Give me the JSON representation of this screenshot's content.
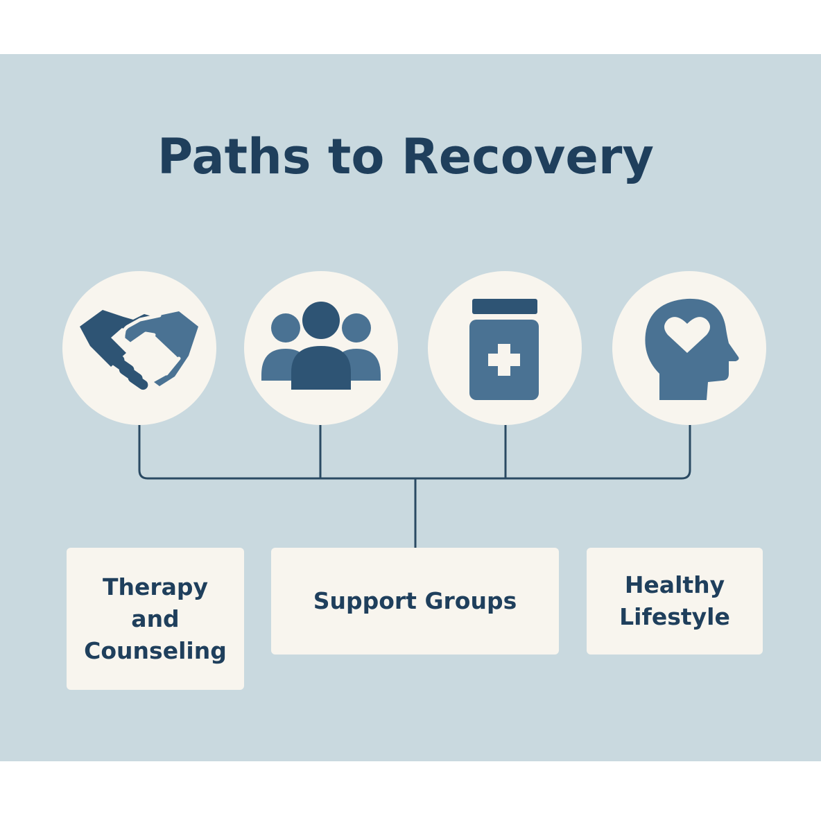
{
  "title": "Paths to Recovery",
  "icons": [
    {
      "name": "handshake-icon"
    },
    {
      "name": "group-icon"
    },
    {
      "name": "medicine-bottle-icon"
    },
    {
      "name": "head-heart-icon"
    }
  ],
  "boxes": [
    {
      "lines": [
        "Therapy",
        "and",
        "Counseling"
      ]
    },
    {
      "lines": [
        "Support Groups"
      ]
    },
    {
      "lines": [
        "Healthy",
        "Lifestyle"
      ]
    }
  ],
  "colors": {
    "background": "#c9d9df",
    "card": "#f8f5ee",
    "text": "#1f3f5c",
    "icon_dark": "#2e5474",
    "icon_mid": "#4a7293",
    "line": "#2a4a63"
  }
}
